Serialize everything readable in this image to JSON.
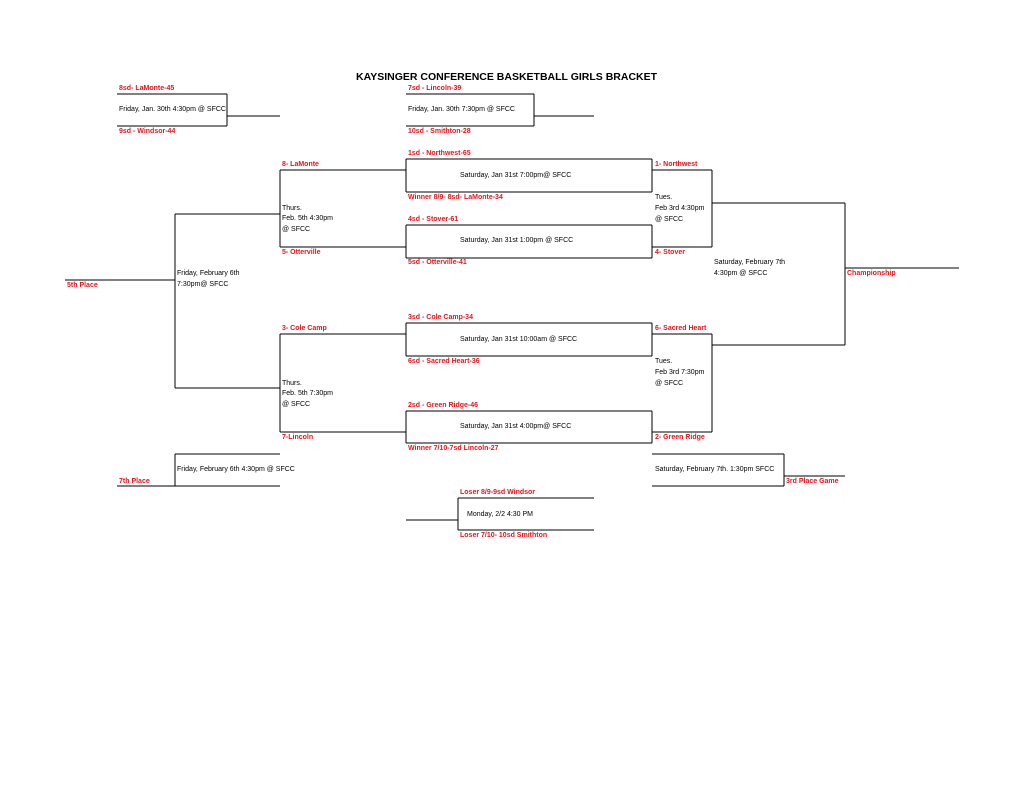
{
  "title": "KAYSINGER CONFERENCE BASKETBALL GIRLS BRACKET",
  "colors": {
    "team": "#e8141b",
    "text": "#000000",
    "line": "#000000"
  },
  "teams": {
    "lamonte_45": "8sd- LaMonte-45",
    "windsor_44": "9sd - Windsor-44",
    "lincoln_39": "7sd - Lincoln-39",
    "smithton_28": "10sd - Smithton-28",
    "northwest_65": "1sd - Northwest-65",
    "winner_89": "Winner 8/9- 8sd- LaMonte-34",
    "stover_61": "4sd - Stover-61",
    "otterville_41": "5sd - Otterville-41",
    "colecamp_34": "3sd - Cole Camp-34",
    "sacredheart_36": "6sd - Sacred Heart-36",
    "greenridge_46": "2sd - Green Ridge-46",
    "winner_710": "Winner 7/10-7sd Lincoln-27",
    "loser_89": "Loser 8/9-9sd Windsor",
    "loser_710": "Loser 7/10- 10sd Smithton",
    "r2_lamonte": "8- LaMonte",
    "r2_otterville": "5- Otterville",
    "r2_colecamp": "3- Cole Camp",
    "r2_lincoln": "7-Lincoln",
    "r2_northwest": "1- Northwest",
    "r2_stover": "4- Stover",
    "r2_sacredheart": "6- Sacred Heart",
    "r2_greenridge": "2- Green Ridge"
  },
  "places": {
    "fifth": "5th Place",
    "seventh": "7th Place",
    "championship": "Championship",
    "third": "3rd Place Game"
  },
  "games": {
    "g1": "Friday, Jan. 30th 4:30pm @ SFCC",
    "g2": "Friday, Jan. 30th 7:30pm @ SFCC",
    "qf1": "Saturday, Jan 31st 7:00pm@ SFCC",
    "qf2": "Saturday, Jan 31st 1:00pm @ SFCC",
    "qf3": "Saturday, Jan 31st 10:00am @ SFCC",
    "qf4": "Saturday, Jan 31st 4:00pm@ SFCC",
    "thurs1": [
      "Thurs.",
      "Feb. 5th 4:30pm",
      "@ SFCC"
    ],
    "thurs2": [
      "Thurs.",
      "Feb. 5th 7:30pm",
      "@ SFCC"
    ],
    "tues1": [
      "Tues.",
      "Feb 3rd 4:30pm",
      "@ SFCC"
    ],
    "tues2": [
      "Tues.",
      "Feb 3rd 7:30pm",
      "@ SFCC"
    ],
    "fifth_game": [
      "Friday, February 6th",
      "7:30pm@ SFCC"
    ],
    "seventh_game": "Friday, February 6th 4:30pm @ SFCC",
    "championship_game": [
      "Saturday, February 7th",
      "4:30pm @ SFCC"
    ],
    "third_game": "Saturday, February 7th. 1:30pm SFCC",
    "consolation": "Monday, 2/2 4:30 PM"
  }
}
